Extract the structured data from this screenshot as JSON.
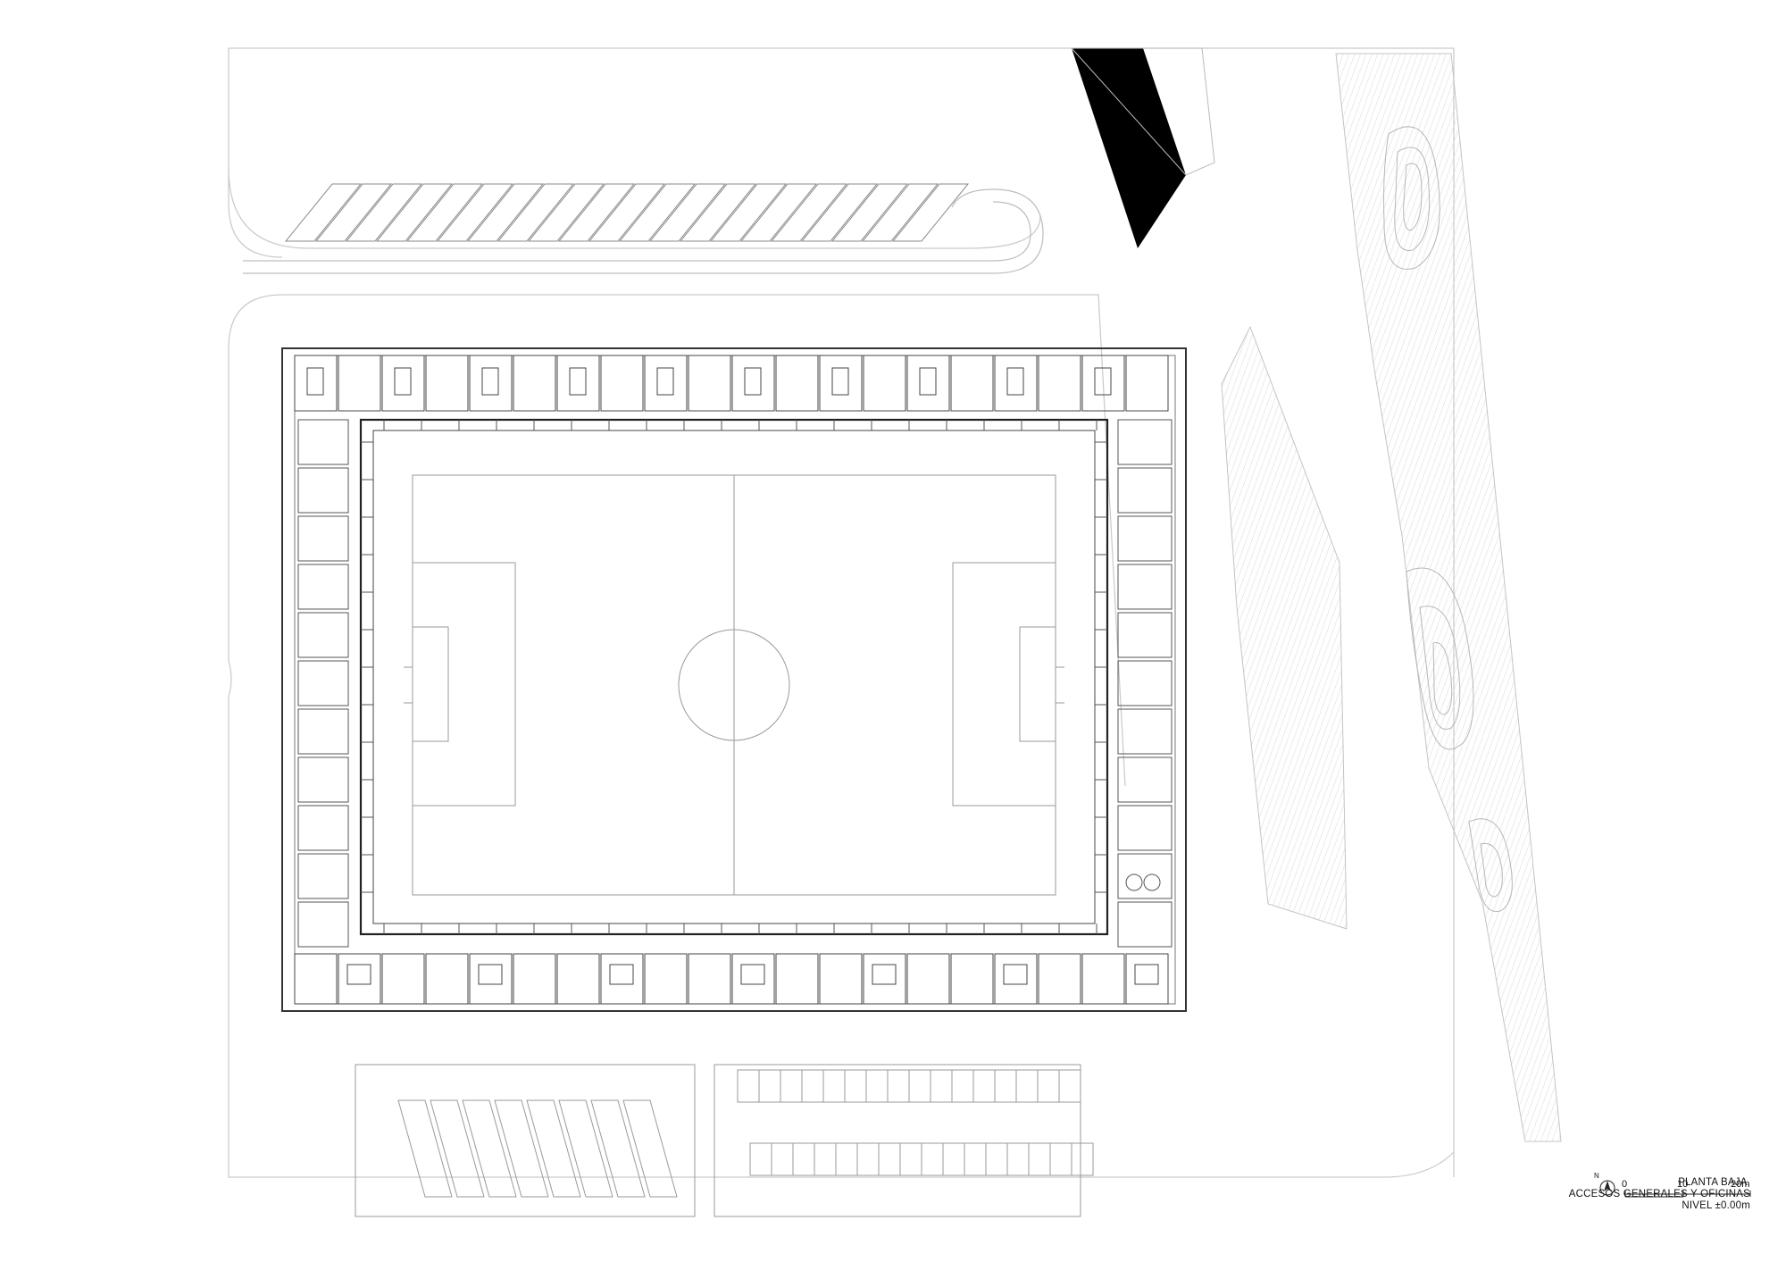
{
  "drawing": {
    "title_lines": [
      "PLANTA BAJA.",
      "ACCESOS GENERALES Y OFICINAS",
      "NIVEL ±0.00m"
    ],
    "north_label": "N",
    "scale_labels": [
      "0",
      "10",
      "20m"
    ]
  }
}
